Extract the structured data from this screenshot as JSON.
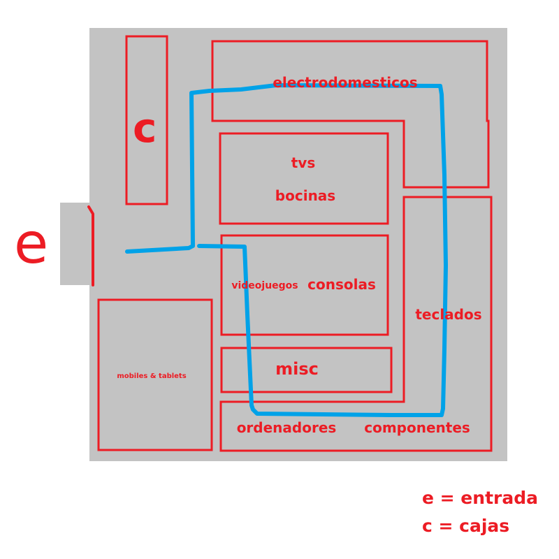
{
  "colors": {
    "floor": "#c3c3c3",
    "zone_border": "#ec1c24",
    "path": "#00a2e8",
    "text": "#ec1c24"
  },
  "marks": {
    "entrance_letter": "e",
    "boxes_letter": "c"
  },
  "zones": {
    "electrodomesticos": "electrodomesticos",
    "tvs": "tvs",
    "bocinas": "bocinas",
    "videojuegos": "videojuegos",
    "consolas": "consolas",
    "teclados": "teclados",
    "misc": "misc",
    "mobiles_tablets": "mobiles & tablets",
    "ordenadores": "ordenadores",
    "componentes": "componentes"
  },
  "legend": [
    {
      "text": "e = entrada"
    },
    {
      "text": "c = cajas"
    }
  ]
}
